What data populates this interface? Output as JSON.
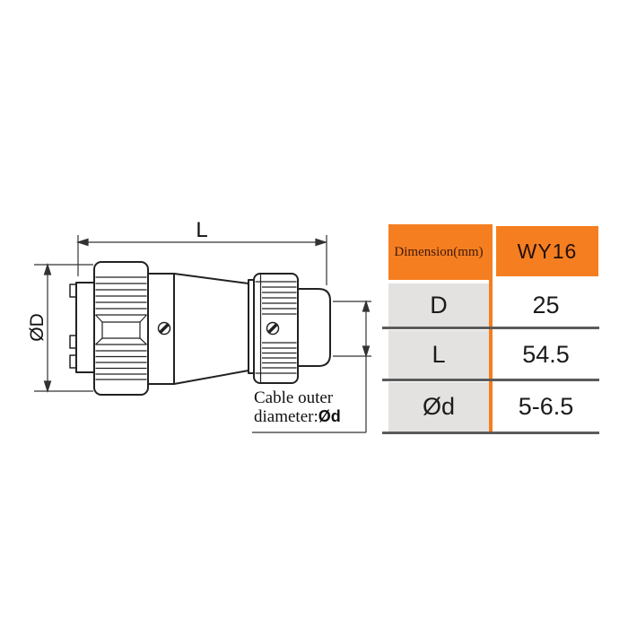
{
  "diagram": {
    "length_label": "L",
    "outer_diameter_label": "ØD",
    "cable_note": {
      "line1": "Cable outer",
      "line2_prefix": "diameter:",
      "line2_symbol": "Ød"
    }
  },
  "table": {
    "header": {
      "col1": "Dimension(mm)",
      "col2": "WY16"
    },
    "rows": [
      {
        "name": "D",
        "value": "25"
      },
      {
        "name": "L",
        "value": "54.5"
      },
      {
        "name": "Ød",
        "value": "5-6.5"
      }
    ],
    "colors": {
      "accent_orange": "#F57E20",
      "row_label_gray": "#E3E2E0",
      "separator_gray": "#5B5B5B",
      "line_art": "#222222"
    }
  }
}
